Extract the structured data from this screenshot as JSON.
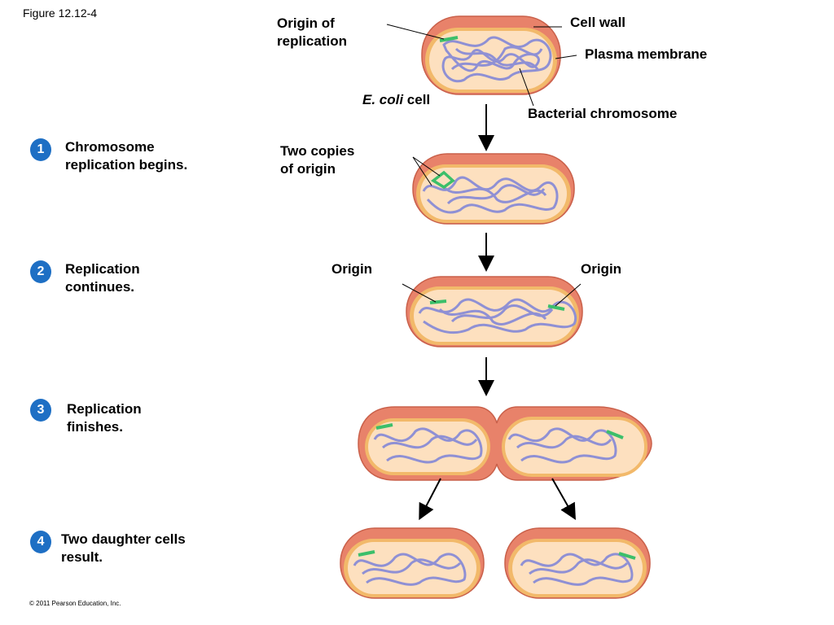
{
  "figure_title": "Figure 12.12-4",
  "copyright": "© 2011 Pearson Education, Inc.",
  "labels": {
    "origin_of_replication": "Origin of\nreplication",
    "cell_wall": "Cell wall",
    "plasma_membrane": "Plasma membrane",
    "ecoli_italic": "E. coli",
    "ecoli_cell": " cell",
    "bacterial_chromosome": "Bacterial chromosome",
    "two_copies_of_origin": "Two copies\nof origin",
    "origin_left": "Origin",
    "origin_right": "Origin"
  },
  "steps": [
    {
      "number": "1",
      "text": "Chromosome replication begins."
    },
    {
      "number": "2",
      "text": "Replication continues."
    },
    {
      "number": "3",
      "text": "Replication finishes."
    },
    {
      "number": "4",
      "text": "Two daughter cells result."
    }
  ],
  "colors": {
    "cell_wall": "#e8826a",
    "cell_wall_dark": "#d96a50",
    "membrane": "#f2b96a",
    "cytoplasm": "#fde0bf",
    "chromosome": "#8f90d4",
    "chromosome_dark": "#6e70b8",
    "origin": "#3cbf6a",
    "step_badge": "#1e6fc4"
  }
}
